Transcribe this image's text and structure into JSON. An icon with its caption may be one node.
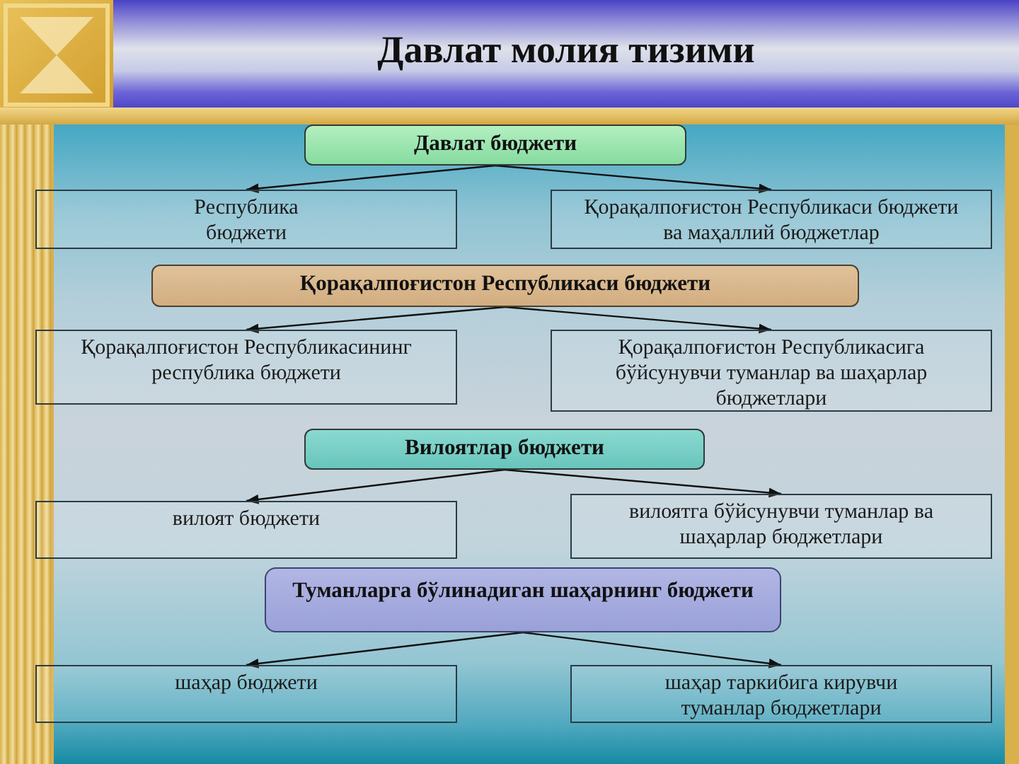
{
  "diagram": {
    "title": "Давлат молия тизими",
    "nodes": [
      {
        "text": [
          "Давлат бюджети"
        ]
      },
      {
        "text": [
          "Республика бюджети"
        ]
      },
      {
        "text": [
          "Қорақалпоғистон Республикаси бюджети ва маҳаллий бюджетлар"
        ]
      },
      {
        "text": [
          "Қорақалпоғистон Республикаси бюджети"
        ]
      },
      {
        "text": [
          "Қорақалпоғистон Республикасининг республика бюджети"
        ]
      },
      {
        "text": [
          "Қорақалпоғистон Республикасига бўйсунувчи туманлар ва шаҳарлар бюджетлари"
        ]
      },
      {
        "text": [
          "Вилоятлар бюджети"
        ]
      },
      {
        "text": [
          "вилоят бюджети"
        ]
      },
      {
        "text": [
          "вилоятга бўйсунувчи туманлар ва шаҳарлар бюджетлари"
        ]
      },
      {
        "text": [
          "Туманларга бўлинадиган шаҳарнинг бюджети"
        ]
      },
      {
        "text": [
          "шаҳар бюджети"
        ]
      },
      {
        "text": [
          "шаҳар таркибига кирувчи туманлар бюджетлари"
        ]
      }
    ],
    "edges": [
      {
        "from": 0,
        "to": 1,
        "arrow": "to"
      },
      {
        "from": 0,
        "to": 2,
        "arrow": "to"
      },
      {
        "from": 3,
        "to": 4,
        "arrow": "to"
      },
      {
        "from": 3,
        "to": 5,
        "arrow": "to"
      },
      {
        "from": 6,
        "to": 7,
        "arrow": "to"
      },
      {
        "from": 6,
        "to": 8,
        "arrow": "to"
      },
      {
        "from": 9,
        "to": 10,
        "arrow": "to"
      },
      {
        "from": 9,
        "to": 11,
        "arrow": "to"
      }
    ]
  }
}
